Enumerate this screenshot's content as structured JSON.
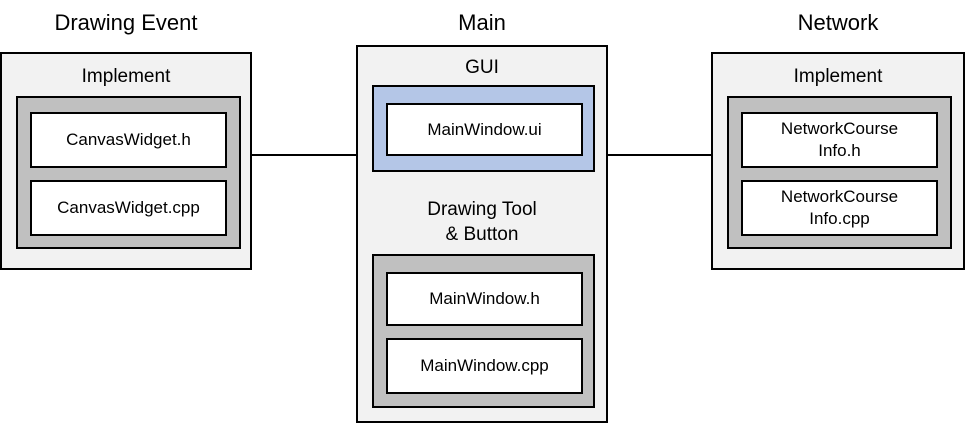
{
  "diagram": {
    "drawing_event": {
      "title": "Drawing Event",
      "group_label": "Implement",
      "files": [
        "CanvasWidget.h",
        "CanvasWidget.cpp"
      ]
    },
    "main": {
      "title": "Main",
      "gui_label": "GUI",
      "gui_files": [
        "MainWindow.ui"
      ],
      "tool_label": "Drawing Tool\n& Button",
      "tool_files": [
        "MainWindow.h",
        "MainWindow.cpp"
      ]
    },
    "network": {
      "title": "Network",
      "group_label": "Implement",
      "files": [
        "NetworkCourse\nInfo.h",
        "NetworkCourse\nInfo.cpp"
      ]
    },
    "colors": {
      "panel_bg": "#f2f2f2",
      "group_gray": "#c0c0c0",
      "group_blue": "#b4c6e7"
    }
  }
}
